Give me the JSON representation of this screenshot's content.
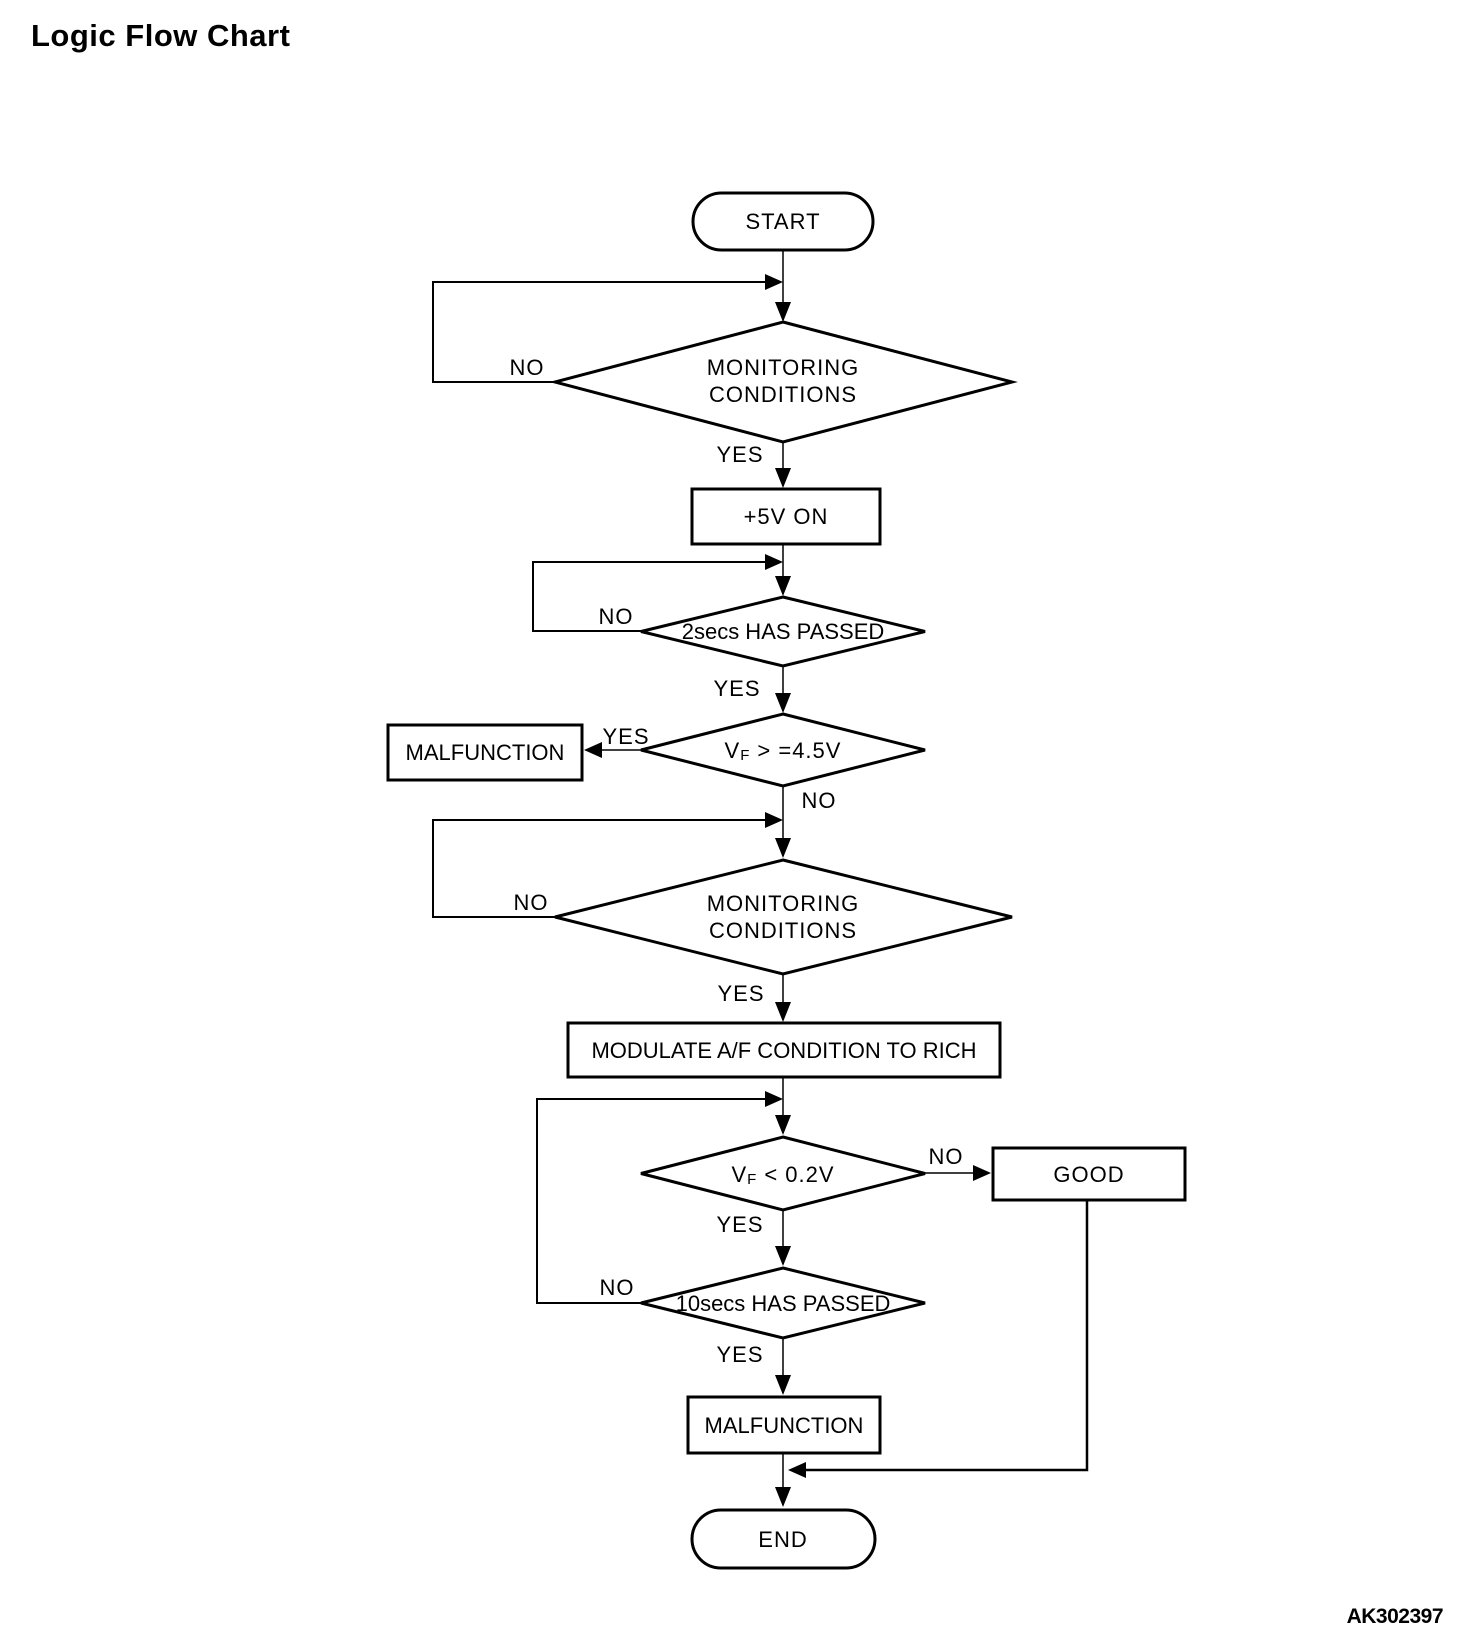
{
  "title": "Logic Flow Chart",
  "figure_code": "AK302397",
  "colors": {
    "line": "#000000",
    "background": "#ffffff",
    "text": "#000000"
  },
  "labels": {
    "yes": "YES",
    "no": "NO"
  },
  "nodes": {
    "start": "START",
    "monitoring_conditions_1": {
      "line1": "MONITORING",
      "line2": "CONDITIONS"
    },
    "plus_5v_on": "+5V ON",
    "two_secs_has_passed": "2secs HAS PASSED",
    "vf_gte": {
      "base": "V",
      "sub": "F",
      "rest": "> =4.5V"
    },
    "malfunction_1": "MALFUNCTION",
    "monitoring_conditions_2": {
      "line1": "MONITORING",
      "line2": "CONDITIONS"
    },
    "modulate": "MODULATE A/F CONDITION TO RICH",
    "vf_lt": {
      "base": "V",
      "sub": "F",
      "rest": "< 0.2V"
    },
    "good": "GOOD",
    "ten_secs_has_passed": "10secs HAS PASSED",
    "malfunction_2": "MALFUNCTION",
    "end": "END"
  },
  "edges": [
    {
      "from": "start",
      "to": "monitoring_conditions_1",
      "label": ""
    },
    {
      "from": "monitoring_conditions_1",
      "to": "monitoring_conditions_1",
      "label": "NO"
    },
    {
      "from": "monitoring_conditions_1",
      "to": "plus_5v_on",
      "label": "YES"
    },
    {
      "from": "plus_5v_on",
      "to": "two_secs_has_passed",
      "label": ""
    },
    {
      "from": "two_secs_has_passed",
      "to": "two_secs_has_passed",
      "label": "NO"
    },
    {
      "from": "two_secs_has_passed",
      "to": "vf_gte",
      "label": "YES"
    },
    {
      "from": "vf_gte",
      "to": "malfunction_1",
      "label": "YES"
    },
    {
      "from": "vf_gte",
      "to": "monitoring_conditions_2",
      "label": "NO"
    },
    {
      "from": "monitoring_conditions_2",
      "to": "monitoring_conditions_2",
      "label": "NO"
    },
    {
      "from": "monitoring_conditions_2",
      "to": "modulate",
      "label": "YES"
    },
    {
      "from": "modulate",
      "to": "vf_lt",
      "label": ""
    },
    {
      "from": "vf_lt",
      "to": "good",
      "label": "NO"
    },
    {
      "from": "vf_lt",
      "to": "ten_secs_has_passed",
      "label": "YES"
    },
    {
      "from": "ten_secs_has_passed",
      "to": "vf_lt",
      "label": "NO"
    },
    {
      "from": "ten_secs_has_passed",
      "to": "malfunction_2",
      "label": "YES"
    },
    {
      "from": "malfunction_2",
      "to": "end",
      "label": ""
    },
    {
      "from": "good",
      "to": "end",
      "label": ""
    }
  ]
}
